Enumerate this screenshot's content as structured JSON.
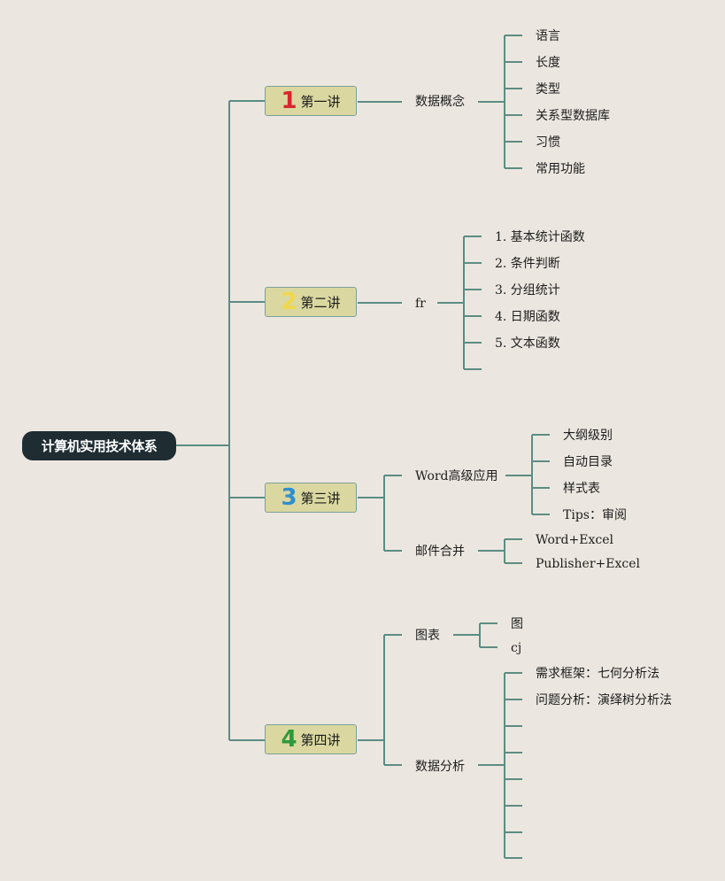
{
  "root": {
    "label": "计算机实用技术体系"
  },
  "lectures": [
    {
      "number": "1",
      "number_color": "#d9262e",
      "label": "第一讲",
      "topics": [
        {
          "label": "数据概念",
          "items": [
            "语言",
            "长度",
            "类型",
            "关系型数据库",
            "习惯",
            "常用功能"
          ]
        }
      ]
    },
    {
      "number": "2",
      "number_color": "#f1d84a",
      "label": "第二讲",
      "topics": [
        {
          "label": "fr",
          "items": [
            "1. 基本统计函数",
            "2. 条件判断",
            "3. 分组统计",
            "4. 日期函数",
            "5. 文本函数",
            ""
          ]
        }
      ]
    },
    {
      "number": "3",
      "number_color": "#2f8fcf",
      "label": "第三讲",
      "topics": [
        {
          "label": "Word高级应用",
          "items": [
            "大纲级别",
            "自动目录",
            "样式表",
            "Tips：审阅"
          ]
        },
        {
          "label": "邮件合并",
          "items": [
            "Word+Excel",
            "Publisher+Excel"
          ]
        }
      ]
    },
    {
      "number": "4",
      "number_color": "#2e9a3a",
      "label": "第四讲",
      "topics": [
        {
          "label": "图表",
          "items": [
            "图",
            "cj"
          ]
        },
        {
          "label": "数据分析",
          "items": [
            "需求框架：七何分析法",
            "问题分析：演绎树分析法",
            "",
            "",
            "",
            "",
            "",
            ""
          ]
        }
      ]
    }
  ],
  "colors": {
    "line": "#5c8c84",
    "background": "#ebe7e0",
    "root_fill": "#1f2d33",
    "lecture_fill": "#dad8a0"
  }
}
